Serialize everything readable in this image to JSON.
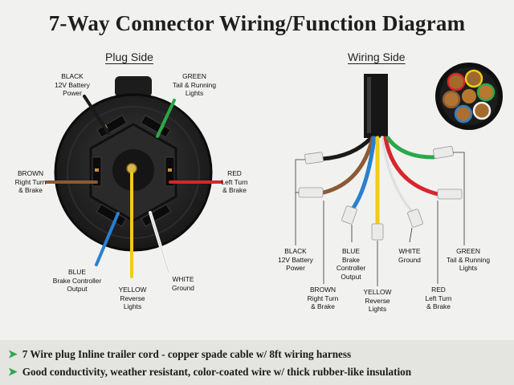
{
  "title": "7-Way Connector Wiring/Function Diagram",
  "plug_side": {
    "heading": "Plug Side",
    "labels": {
      "black": [
        "BLACK",
        "12V Battery",
        "Power"
      ],
      "green": [
        "GREEN",
        "Tail & Running",
        "Lights"
      ],
      "brown": [
        "BROWN",
        "Right Turn",
        "& Brake"
      ],
      "red": [
        "RED",
        "Left Turn",
        "& Brake"
      ],
      "blue": [
        "BLUE",
        "Brake Controller",
        "Output"
      ],
      "yellow": [
        "YELLOW",
        "Reverse",
        "Lights"
      ],
      "white": [
        "WHITE",
        "Ground"
      ]
    }
  },
  "wiring_side": {
    "heading": "Wiring Side",
    "labels": {
      "black": [
        "BLACK",
        "12V Battery",
        "Power"
      ],
      "blue": [
        "BLUE",
        "Brake",
        "Controller",
        "Output"
      ],
      "white": [
        "WHITE",
        "Ground"
      ],
      "green": [
        "GREEN",
        "Tail & Running",
        "Lights"
      ],
      "brown": [
        "BROWN",
        "Right Turn",
        "& Brake"
      ],
      "yellow": [
        "YELLOW",
        "Reverse",
        "Lights"
      ],
      "red": [
        "RED",
        "Left Turn",
        "& Brake"
      ]
    }
  },
  "wire_colors": {
    "black": "#1a1a1a",
    "green": "#2aa84a",
    "brown": "#8b5a35",
    "red": "#d8262c",
    "blue": "#2a7fd0",
    "yellow": "#f0cc18",
    "white": "#f5f5f5"
  },
  "features": [
    "7 Wire plug Inline trailer cord - copper spade cable w/ 8ft wiring harness",
    "Good conductivity, weather resistant, color-coated wire w/ thick rubber-like insulation"
  ],
  "feature_icon": "green-chevron-arrow-icon"
}
